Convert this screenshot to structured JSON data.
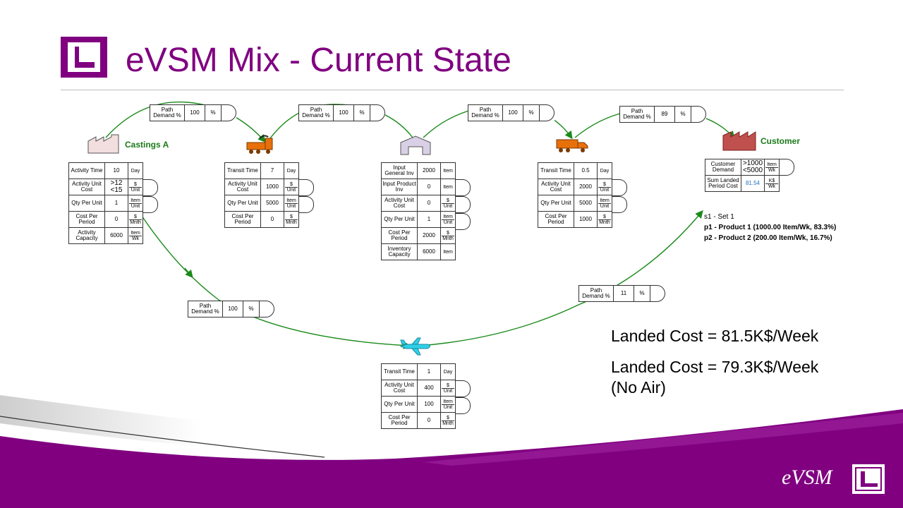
{
  "slide": {
    "title": "eVSM Mix - Current State",
    "brand_color": "#800080",
    "footer_brand": "eVSM"
  },
  "nodes": {
    "castings": {
      "label": "Castings A",
      "rows": [
        {
          "label": "Activity Time",
          "value": "10",
          "unit_top": "Day",
          "unit_bottom": ""
        },
        {
          "label": "Activity Unit Cost",
          "value": ">12\n<15",
          "unit_top": "$",
          "unit_bottom": "Unit"
        },
        {
          "label": "Qty Per Unit",
          "value": "1",
          "unit_top": "Item",
          "unit_bottom": "Unit"
        },
        {
          "label": "Cost Per Period",
          "value": "0",
          "unit_top": "$",
          "unit_bottom": "Mnth"
        },
        {
          "label": "Activity Capacity",
          "value": "6000",
          "unit_top": "Item",
          "unit_bottom": "Wk"
        }
      ]
    },
    "train": {
      "rows": [
        {
          "label": "Transit Time",
          "value": "7",
          "unit_top": "Day",
          "unit_bottom": ""
        },
        {
          "label": "Activity Unit Cost",
          "value": "1000",
          "unit_top": "$",
          "unit_bottom": "Unit"
        },
        {
          "label": "Qty Per Unit",
          "value": "5000",
          "unit_top": "Item",
          "unit_bottom": "Unit"
        },
        {
          "label": "Cost Per Period",
          "value": "0",
          "unit_top": "$",
          "unit_bottom": "Mnth"
        }
      ]
    },
    "warehouse": {
      "rows": [
        {
          "label": "Input General Inv",
          "value": "2000",
          "unit_top": "Item",
          "unit_bottom": ""
        },
        {
          "label": "Input Product Inv",
          "value": "0",
          "unit_top": "Item",
          "unit_bottom": ""
        },
        {
          "label": "Activity Unit Cost",
          "value": "0",
          "unit_top": "$",
          "unit_bottom": "Unit"
        },
        {
          "label": "Qty Per Unit",
          "value": "1",
          "unit_top": "Item",
          "unit_bottom": "Unit"
        },
        {
          "label": "Cost Per Period",
          "value": "2000",
          "unit_top": "$",
          "unit_bottom": "Mnth"
        },
        {
          "label": "Inventory Capacity",
          "value": "6000",
          "unit_top": "Item",
          "unit_bottom": ""
        }
      ]
    },
    "truck": {
      "rows": [
        {
          "label": "Transit Time",
          "value": "0.5",
          "unit_top": "Day",
          "unit_bottom": ""
        },
        {
          "label": "Activity Unit Cost",
          "value": "2000",
          "unit_top": "$",
          "unit_bottom": "Unit"
        },
        {
          "label": "Qty Per Unit",
          "value": "5000",
          "unit_top": "Item",
          "unit_bottom": "Unit"
        },
        {
          "label": "Cost Per Period",
          "value": "1000",
          "unit_top": "$",
          "unit_bottom": "Mnth"
        }
      ]
    },
    "customer": {
      "label": "Customer",
      "rows": [
        {
          "label": "Customer Demand",
          "value": ">1000\n<5000",
          "unit_top": "Item",
          "unit_bottom": "Wk"
        },
        {
          "label": "Sum Landed Period Cost",
          "value": "81.54",
          "unit_top": "K$",
          "unit_bottom": "Wk"
        }
      ]
    },
    "air": {
      "rows": [
        {
          "label": "Transit Time",
          "value": "1",
          "unit_top": "Day",
          "unit_bottom": ""
        },
        {
          "label": "Activity Unit Cost",
          "value": "400",
          "unit_top": "$",
          "unit_bottom": "Unit"
        },
        {
          "label": "Qty Per Unit",
          "value": "100",
          "unit_top": "Item",
          "unit_bottom": "Unit"
        },
        {
          "label": "Cost Per Period",
          "value": "0",
          "unit_top": "$",
          "unit_bottom": "Mnth"
        }
      ]
    }
  },
  "path_demands": [
    {
      "label": "Path Demand %",
      "value": "100",
      "unit": "%"
    },
    {
      "label": "Path Demand %",
      "value": "100",
      "unit": "%"
    },
    {
      "label": "Path Demand %",
      "value": "100",
      "unit": "%"
    },
    {
      "label": "Path Demand %",
      "value": "89",
      "unit": "%"
    },
    {
      "label": "Path Demand %",
      "value": "100",
      "unit": "%"
    },
    {
      "label": "Path Demand %",
      "value": "11",
      "unit": "%"
    }
  ],
  "set_info": {
    "set": "s1 - Set 1",
    "p1": "p1 - Product 1 (1000.00 Item/Wk, 83.3%)",
    "p2": "p2 - Product 2 (200.00 Item/Wk, 16.7%)"
  },
  "results": {
    "landed": "Landed Cost = 81.5K$/Week",
    "landed_no_air_1": "Landed Cost = 79.3K$/Week",
    "landed_no_air_2": "(No Air)"
  },
  "colors": {
    "link": "#1a8a1a",
    "castings_icon": "#f2dede",
    "train_icon": "#e8700a",
    "warehouse_icon": "#d9d0e6",
    "truck_icon": "#e8700a",
    "customer_icon": "#c0504d",
    "air_icon": "#2fd0e8",
    "highlight_value": "#1f6fc0"
  }
}
